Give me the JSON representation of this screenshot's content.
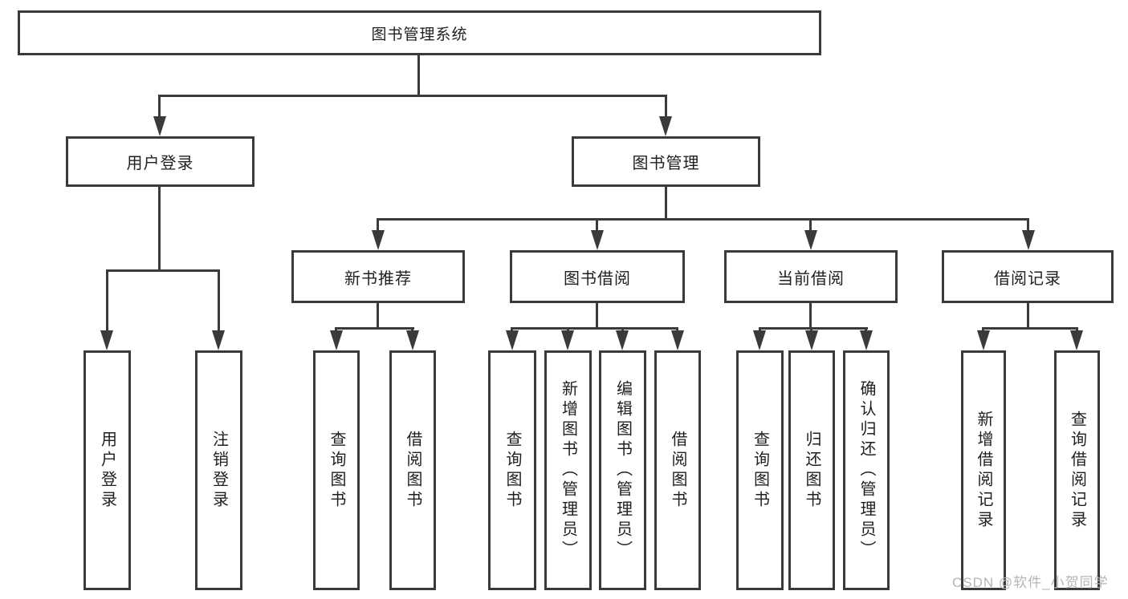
{
  "diagram": {
    "root": {
      "label": "图书管理系统"
    },
    "user_login": {
      "label": "用户登录",
      "leaves": [
        "用户登录",
        "注销登录"
      ]
    },
    "book_mgmt": {
      "label": "图书管理",
      "groups": [
        {
          "label": "新书推荐",
          "leaves": [
            "查询图书",
            "借阅图书"
          ]
        },
        {
          "label": "图书借阅",
          "leaves": [
            "查询图书",
            "新增图书（管理员）",
            "编辑图书（管理员）",
            "借阅图书"
          ]
        },
        {
          "label": "当前借阅",
          "leaves": [
            "查询图书",
            "归还图书",
            "确认归还（管理员）"
          ]
        },
        {
          "label": "借阅记录",
          "leaves": [
            "新增借阅记录",
            "查询借阅记录"
          ]
        }
      ]
    }
  },
  "watermark": "CSDN @软件_小贺同学",
  "colors": {
    "line": "#3a3a3a",
    "text": "#1f1f1f",
    "watermark": "#b5b5b5",
    "background": "#ffffff"
  }
}
